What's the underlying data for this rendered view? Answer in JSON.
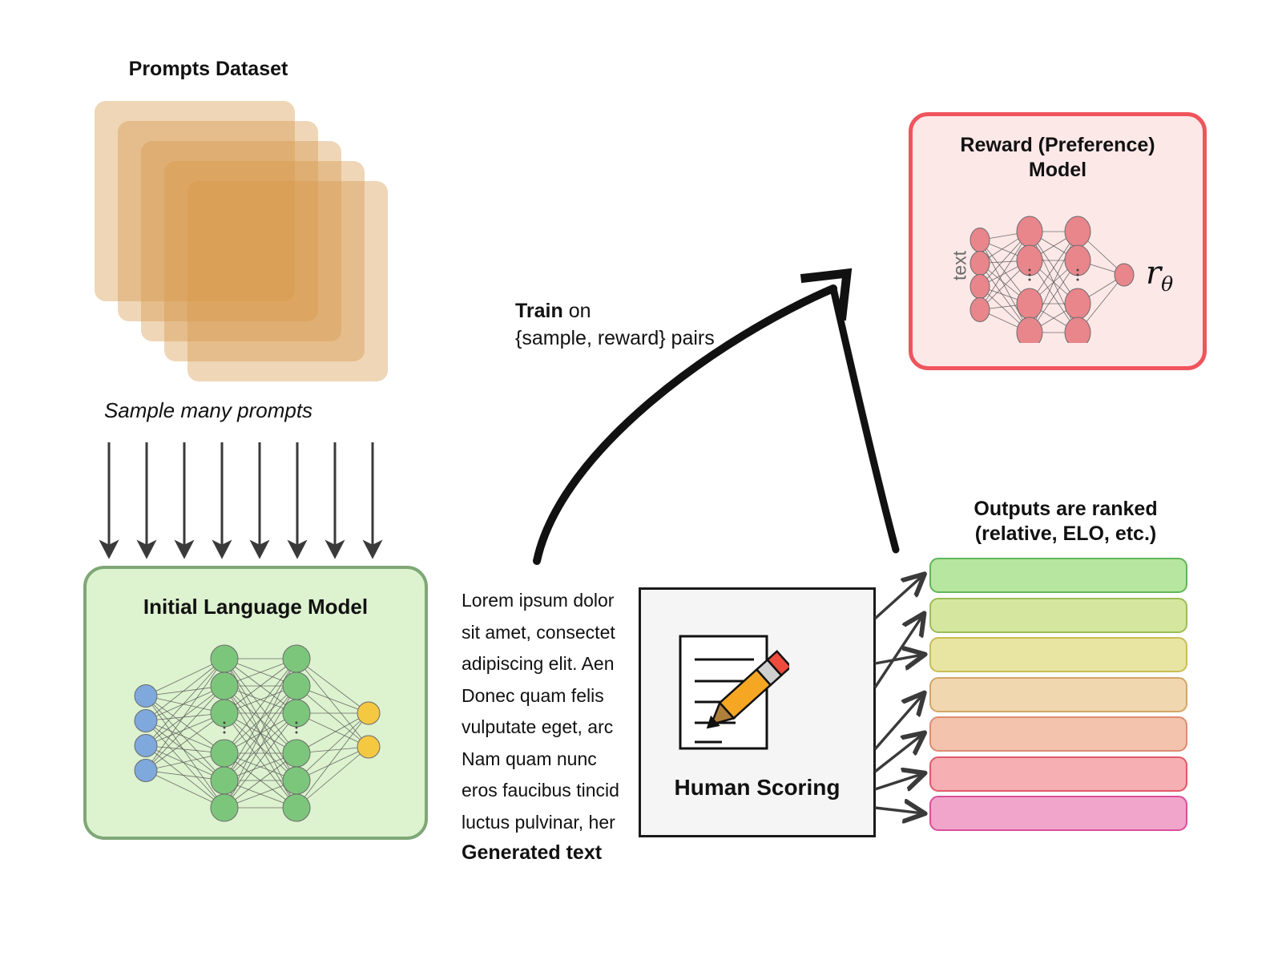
{
  "diagram": {
    "title_hidden": "RLHF reward model training diagram"
  },
  "prompts": {
    "title": "Prompts Dataset",
    "sample_caption": "Sample many prompts",
    "card_color": "#d6984a",
    "card_count": 5,
    "arrow_count": 8
  },
  "language_model": {
    "title": "Initial Language Model",
    "box_fill": "#ddf2cf",
    "box_border": "#7fa777",
    "input_node_color": "#7fa8dc",
    "hidden_node_color": "#7cc67c",
    "output_node_color": "#f5c842",
    "input_nodes": 4,
    "hidden_layers": 2,
    "hidden_nodes_per_layer": 6,
    "output_nodes": 2
  },
  "reward_model": {
    "title_line1": "Reward (Preference)",
    "title_line2": "Model",
    "input_label": "text",
    "output_symbol": "r",
    "output_subscript": "θ",
    "box_fill": "#fde8e8",
    "box_border": "#f0545c",
    "node_color": "#e8868b",
    "input_nodes": 4,
    "hidden_layers": 2,
    "hidden_nodes_per_layer": 4,
    "output_nodes": 1
  },
  "train_arrow": {
    "label_bold": "Train",
    "label_rest": " on",
    "label_line2": "{sample, reward} pairs"
  },
  "generated_text": {
    "label": "Generated text",
    "lines": [
      "Lorem ipsum dolor",
      "sit amet, consectet",
      "adipiscing elit. Aen",
      "Donec quam felis",
      "vulputate eget, arc",
      "Nam quam nunc",
      "eros faucibus tincid",
      "luctus pulvinar, her"
    ]
  },
  "human_scoring": {
    "label": "Human Scoring",
    "icon": "document-with-pencil-icon",
    "box_fill": "#f5f5f5",
    "box_border": "#1a1a1a",
    "doc_lines": 5,
    "pencil_body_color": "#f5a623",
    "pencil_eraser_color": "#ee4b3c",
    "pencil_ferrule_color": "#d0d0d0",
    "pencil_wood_color": "#b07f3a"
  },
  "outputs": {
    "title_line1": "Outputs are ranked",
    "title_line2": "(relative, ELO, etc.)",
    "arrow_count": 7,
    "bars": [
      {
        "rank": 1,
        "fill": "#b6e6a0",
        "border": "#62b55a"
      },
      {
        "rank": 2,
        "fill": "#d5e79e",
        "border": "#9cbc55"
      },
      {
        "rank": 3,
        "fill": "#e8e5a3",
        "border": "#c9bd55"
      },
      {
        "rank": 4,
        "fill": "#f1d7b0",
        "border": "#d3a567"
      },
      {
        "rank": 5,
        "fill": "#f4c3ad",
        "border": "#dc8c73"
      },
      {
        "rank": 6,
        "fill": "#f6afb2",
        "border": "#e05a6a"
      },
      {
        "rank": 7,
        "fill": "#f1a5cb",
        "border": "#d9509b"
      }
    ]
  }
}
